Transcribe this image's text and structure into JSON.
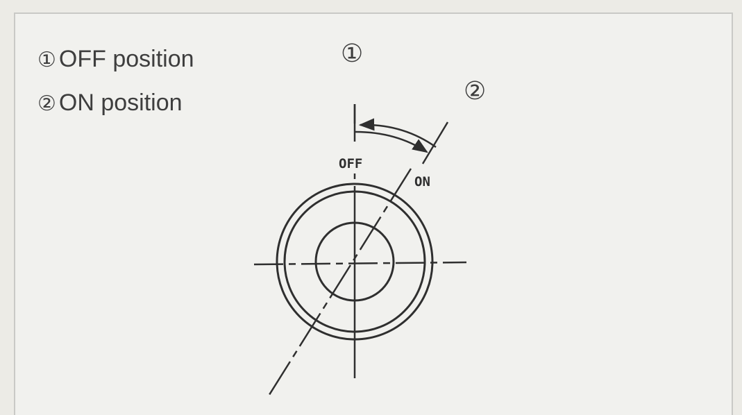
{
  "legend": {
    "items": [
      {
        "number": "①",
        "label": "OFF position"
      },
      {
        "number": "②",
        "label": "ON position"
      }
    ]
  },
  "callouts": {
    "off": "①",
    "on": "②"
  },
  "switch_marks": {
    "off": "OFF",
    "on": "ON"
  },
  "colors": {
    "line": "#2f2f2f",
    "text": "#3e3e3e",
    "background": "#f1f1ee",
    "border": "#c9c9c6"
  }
}
